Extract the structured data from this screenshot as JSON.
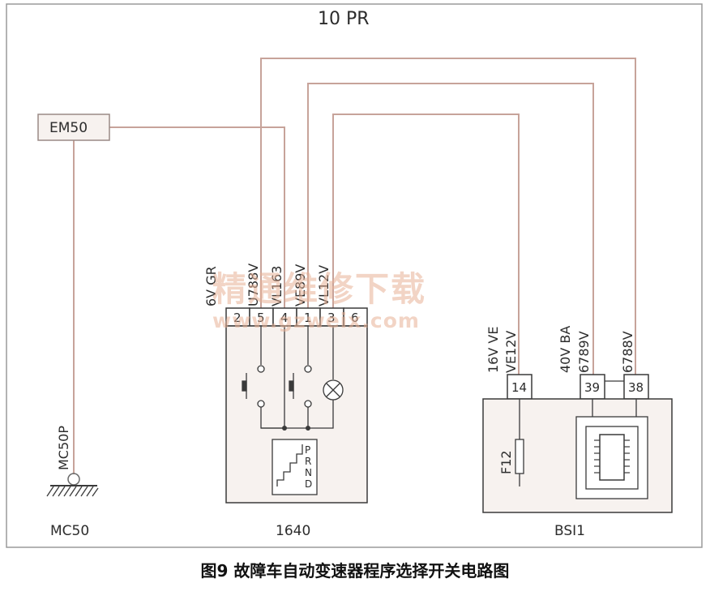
{
  "diagram": {
    "top_label": "10 PR",
    "ground_component": {
      "label": "MC50",
      "ground_label": "MC50P"
    },
    "em50": {
      "label": "EM50"
    },
    "switch_1640": {
      "label": "1640",
      "top_wire_labels": [
        "6V GR",
        "U788V",
        "VL163",
        "VE89V",
        "VL12V"
      ],
      "pins": [
        "2",
        "5",
        "4",
        "1",
        "3",
        "6"
      ],
      "gear_letters": [
        "P",
        "R",
        "N",
        "D"
      ]
    },
    "bsi1": {
      "label": "BSI1",
      "fuse": "F12",
      "pins": [
        "14",
        "39",
        "38"
      ],
      "wire_labels": [
        "16V VE",
        "VE12V",
        "40V BA",
        "6789V",
        "6788V"
      ]
    }
  },
  "caption": "图9 故障车自动变速器程序选择开关电路图",
  "watermark": {
    "cn": "精通维修下载",
    "url": "www.gzweix.com"
  },
  "colors": {
    "wire": "#c7a39a",
    "outline": "#3a3a3a",
    "box_fill": "#f7f2ef"
  }
}
